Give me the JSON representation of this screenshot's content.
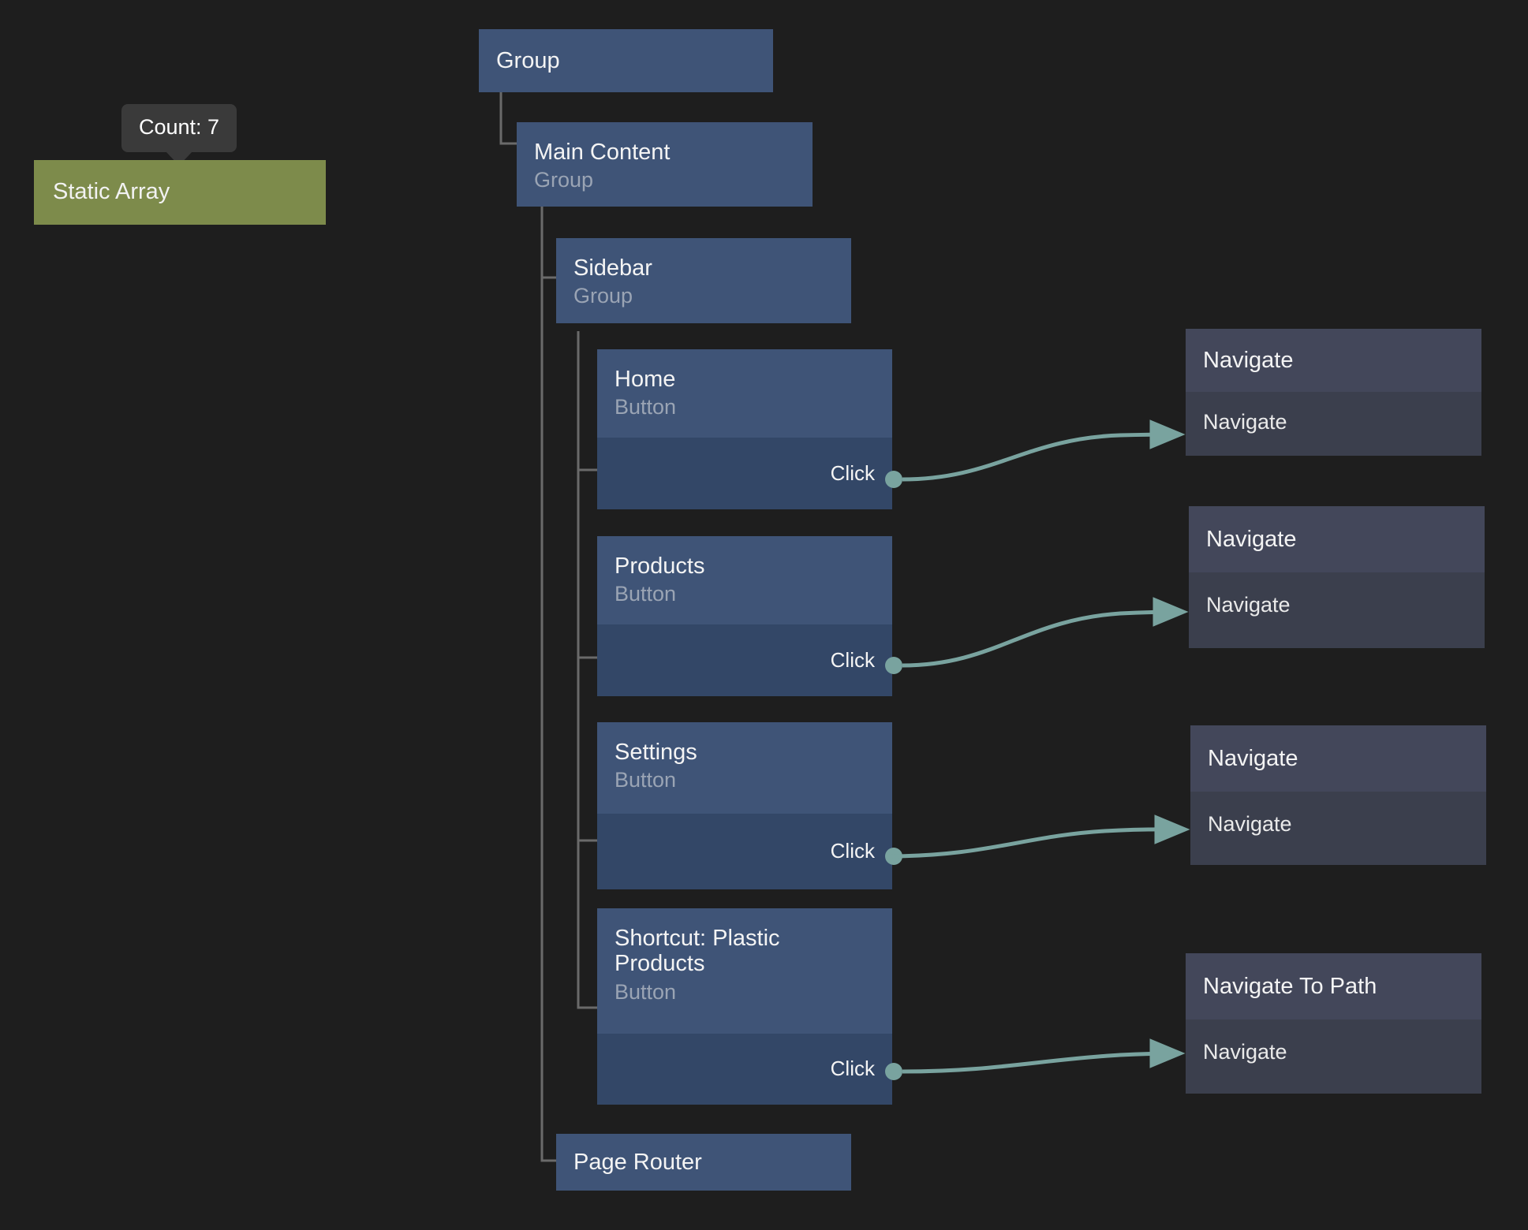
{
  "theme": {
    "background": "#1e1e1e",
    "component_header": "#3f5477",
    "component_footer": "#334767",
    "action_header": "#43475a",
    "action_body": "#3b3f4d",
    "accent_green": "#7d8b4b",
    "connector_teal": "#79a39f",
    "tree_line": "#6a6a6a",
    "tooltip_bg": "#3a3a3a",
    "text_primary": "#f4f4f4",
    "text_secondary": "#9aa4b4"
  },
  "tooltip": {
    "label": "Count: 7",
    "count": 7
  },
  "array_node": {
    "title": "Static Array"
  },
  "tree": {
    "root": {
      "title": "Group"
    },
    "main_content": {
      "title": "Main Content",
      "subtitle": "Group"
    },
    "sidebar": {
      "title": "Sidebar",
      "subtitle": "Group"
    },
    "page_router": {
      "title": "Page Router"
    },
    "buttons": [
      {
        "title": "Home",
        "subtitle": "Button",
        "port": "Click"
      },
      {
        "title": "Products",
        "subtitle": "Button",
        "port": "Click"
      },
      {
        "title": "Settings",
        "subtitle": "Button",
        "port": "Click"
      },
      {
        "title": "Shortcut: Plastic Products",
        "subtitle": "Button",
        "port": "Click"
      }
    ]
  },
  "actions": [
    {
      "title": "Navigate",
      "row": "Navigate"
    },
    {
      "title": "Navigate",
      "row": "Navigate"
    },
    {
      "title": "Navigate",
      "row": "Navigate"
    },
    {
      "title": "Navigate To Path",
      "row": "Navigate"
    }
  ]
}
